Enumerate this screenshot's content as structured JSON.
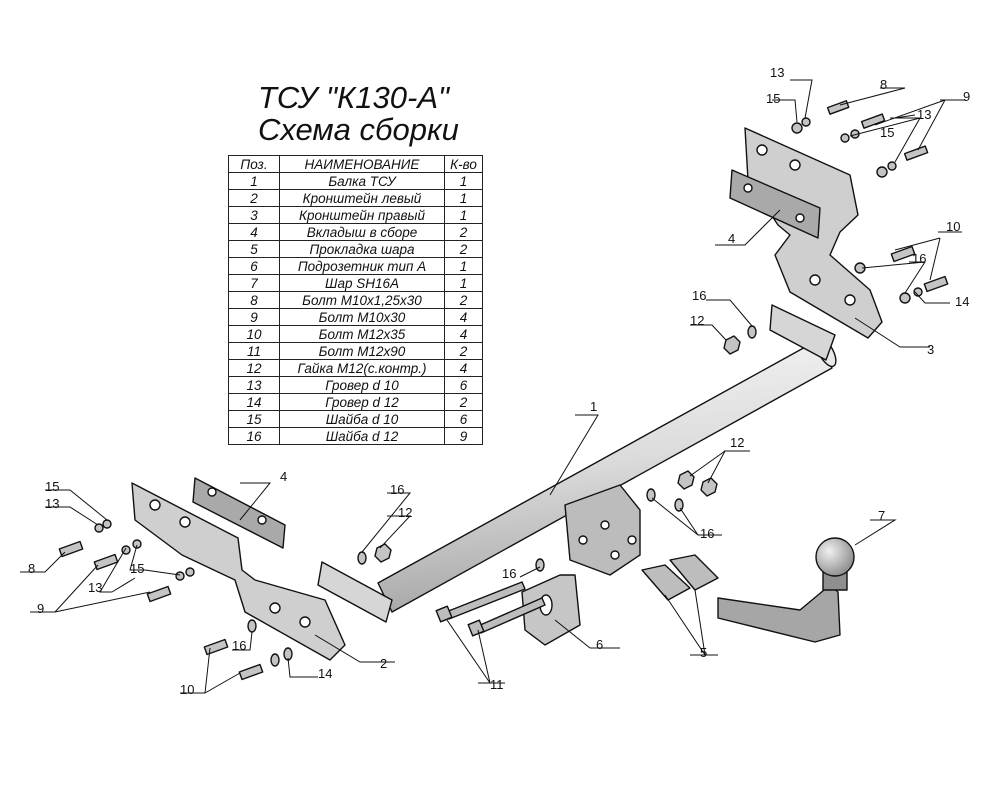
{
  "title": {
    "line1": "ТСУ \"К130-А\"",
    "line2": "Схема сборки"
  },
  "parts_table": {
    "headers": [
      "Поз.",
      "НАИМЕНОВАНИЕ",
      "К-во"
    ],
    "rows": [
      {
        "pos": "1",
        "name": "Балка ТСУ",
        "qty": "1"
      },
      {
        "pos": "2",
        "name": "Кронштейн левый",
        "qty": "1"
      },
      {
        "pos": "3",
        "name": "Кронштейн правый",
        "qty": "1"
      },
      {
        "pos": "4",
        "name": "Вкладыш в сборе",
        "qty": "2"
      },
      {
        "pos": "5",
        "name": "Прокладка шара",
        "qty": "2"
      },
      {
        "pos": "6",
        "name": "Подрозетник тип А",
        "qty": "1"
      },
      {
        "pos": "7",
        "name": "Шар SH16A",
        "qty": "1"
      },
      {
        "pos": "8",
        "name": "Болт М10х1,25х30",
        "qty": "2"
      },
      {
        "pos": "9",
        "name": "Болт М10х30",
        "qty": "4"
      },
      {
        "pos": "10",
        "name": "Болт М12х35",
        "qty": "4"
      },
      {
        "pos": "11",
        "name": "Болт М12х90",
        "qty": "2"
      },
      {
        "pos": "12",
        "name": "Гайка М12(с.контр.)",
        "qty": "4"
      },
      {
        "pos": "13",
        "name": "Гровер d 10",
        "qty": "6"
      },
      {
        "pos": "14",
        "name": "Гровер d 12",
        "qty": "2"
      },
      {
        "pos": "15",
        "name": "Шайба d 10",
        "qty": "6"
      },
      {
        "pos": "16",
        "name": "Шайба d 12",
        "qty": "9"
      }
    ]
  },
  "callouts": {
    "c1": "1",
    "c2": "2",
    "c3": "3",
    "c4a": "4",
    "c4b": "4",
    "c5": "5",
    "c6": "6",
    "c7": "7",
    "c8a": "8",
    "c8b": "8",
    "c9a": "9",
    "c9b": "9",
    "c10a": "10",
    "c10b": "10",
    "c11": "11",
    "c12a": "12",
    "c12b": "12",
    "c12c": "12",
    "c13a": "13",
    "c13b": "13",
    "c13c": "13",
    "c13d": "13",
    "c14a": "14",
    "c14b": "14",
    "c15a": "15",
    "c15b": "15",
    "c15c": "15",
    "c15d": "15",
    "c16a": "16",
    "c16b": "16",
    "c16c": "16",
    "c16d": "16",
    "c16e": "16",
    "c16f": "16"
  },
  "colors": {
    "line": "#111111",
    "metal_light": "#e6e6e6",
    "metal_mid": "#bdbdbd",
    "metal_dark": "#8a8a8a",
    "background": "#ffffff"
  }
}
